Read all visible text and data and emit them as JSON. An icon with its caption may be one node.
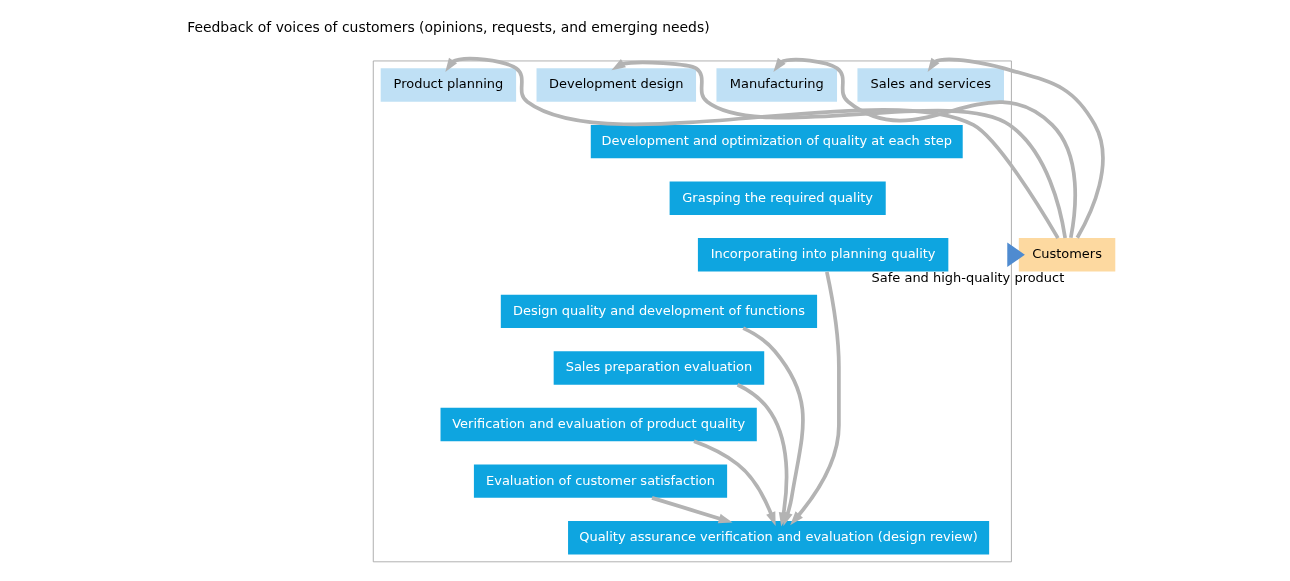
{
  "diagram": {
    "nodes": [
      {
        "text": [],
        "shape": "box"
      },
      {
        "text": [
          "Product planning"
        ],
        "in": 0
      },
      {
        "text": [
          "Development design"
        ],
        "in": 0
      },
      {
        "text": [
          "Manufacturing"
        ],
        "in": 0
      },
      {
        "text": [
          "Sales and services"
        ],
        "in": 0
      },
      {
        "text": [
          "Development and optimization of quality at each step"
        ],
        "in": 0
      },
      {
        "text": [
          "Grasping the required quality"
        ],
        "in": 0
      },
      {
        "text": [
          "Incorporating into planning quality"
        ],
        "in": 0
      },
      {
        "text": [
          "Design quality and development of functions"
        ],
        "in": 0
      },
      {
        "text": [
          "Sales preparation evaluation"
        ],
        "in": 0
      },
      {
        "text": [
          "Verification and evaluation of product quality"
        ],
        "in": 0
      },
      {
        "text": [
          "Evaluation of customer satisfaction"
        ],
        "in": 0
      },
      {
        "text": [
          "Quality assurance verification and evaluation (design review)"
        ],
        "in": 0
      },
      {
        "text": [
          "Customers"
        ]
      }
    ],
    "edges": [
      {
        "from": 13,
        "to": 1,
        "arrow": "to"
      },
      {
        "from": 13,
        "to": 2,
        "arrow": "to"
      },
      {
        "from": 13,
        "to": 3,
        "arrow": "to"
      },
      {
        "from": 13,
        "to": 4,
        "arrow": "to"
      },
      {
        "from": 0,
        "to": 13,
        "arrow": "to",
        "label": "Safe and high-quality product",
        "style": "thick",
        "color": "#4f8bd0"
      },
      {
        "from": 7,
        "to": 12,
        "arrow": "to"
      },
      {
        "from": 8,
        "to": 12,
        "arrow": "to"
      },
      {
        "from": 9,
        "to": 12,
        "arrow": "to"
      },
      {
        "from": 10,
        "to": 12,
        "arrow": "to"
      },
      {
        "from": 11,
        "to": 12,
        "arrow": "to"
      }
    ],
    "labels": [
      "Feedback of voices of customers (opinions, requests, and emerging needs)"
    ]
  }
}
